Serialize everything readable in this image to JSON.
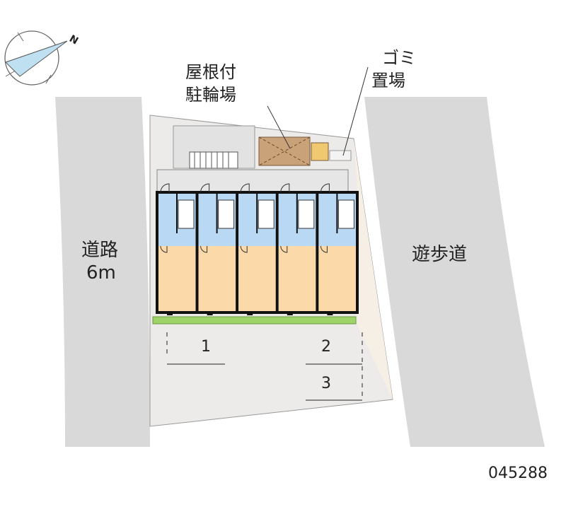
{
  "compass": {
    "north_label": "N"
  },
  "labels": {
    "bike_parking_line1": "屋根付",
    "bike_parking_line2": "駐輪場",
    "garbage_line1": "ゴミ",
    "garbage_line2": "置場",
    "road_line1": "道路",
    "road_line2": "6m",
    "walkway": "遊歩道"
  },
  "parking_spaces": [
    "1",
    "2",
    "3"
  ],
  "units_count": 5,
  "property_code": "045288",
  "colors": {
    "road": "#d9d9d9",
    "site": "#e9e8e6",
    "wet_area": "#b8d8f4",
    "room": "#fcd9a8",
    "bike_roof": "#caa27a",
    "hedge": "#9ed36a"
  }
}
